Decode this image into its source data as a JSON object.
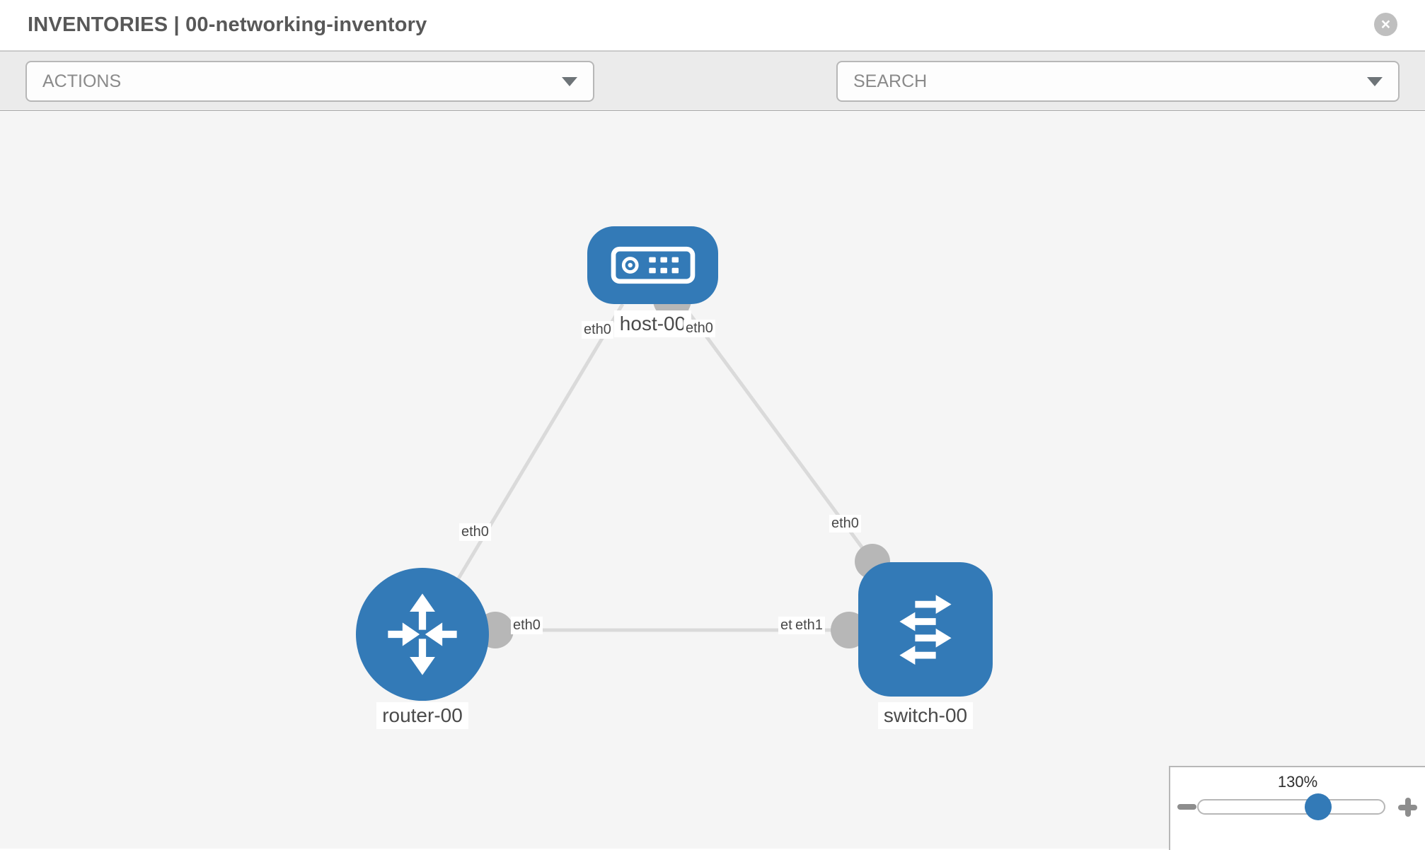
{
  "header": {
    "title": "INVENTORIES | 00-networking-inventory",
    "close_icon": "close-x",
    "close_glyph": "×"
  },
  "toolbar": {
    "actions": {
      "label": "ACTIONS"
    },
    "tools": [
      {
        "icon": "wrench"
      },
      {
        "icon": "key"
      }
    ],
    "search": {
      "label": "SEARCH"
    }
  },
  "colors": {
    "node_blue": "#337ab7",
    "link_gray": "#dadada",
    "endpoint_gray": "#b7b7b7",
    "canvas_bg": "#f5f5f5",
    "toolbar_bg": "#ebebeb"
  },
  "topology": {
    "nodes": [
      {
        "name": "host-00",
        "type": "host"
      },
      {
        "name": "router-00",
        "type": "router"
      },
      {
        "name": "switch-00",
        "type": "switch"
      }
    ],
    "interface_labels": [
      {
        "text": "eth0",
        "link": "host-00 - router-00",
        "end": "host-00"
      },
      {
        "text": "eth0",
        "link": "host-00 - router-00",
        "end": "router-00"
      },
      {
        "text": "eth0",
        "link": "host-00 - switch-00",
        "end": "host-00"
      },
      {
        "text": "eth0",
        "link": "host-00 - switch-00",
        "end": "switch-00"
      },
      {
        "text": "eth0",
        "link": "router-00 - switch-00",
        "end": "router-00"
      },
      {
        "text": "eth0",
        "link": "router-00 - switch-00",
        "end": "switch-00"
      },
      {
        "text": "eth1",
        "link": "router-00 - switch-00",
        "end": "switch-00"
      }
    ]
  },
  "zoom_control": {
    "level": "130%",
    "minus_icon": "zoom-out",
    "plus_icon": "zoom-in"
  }
}
